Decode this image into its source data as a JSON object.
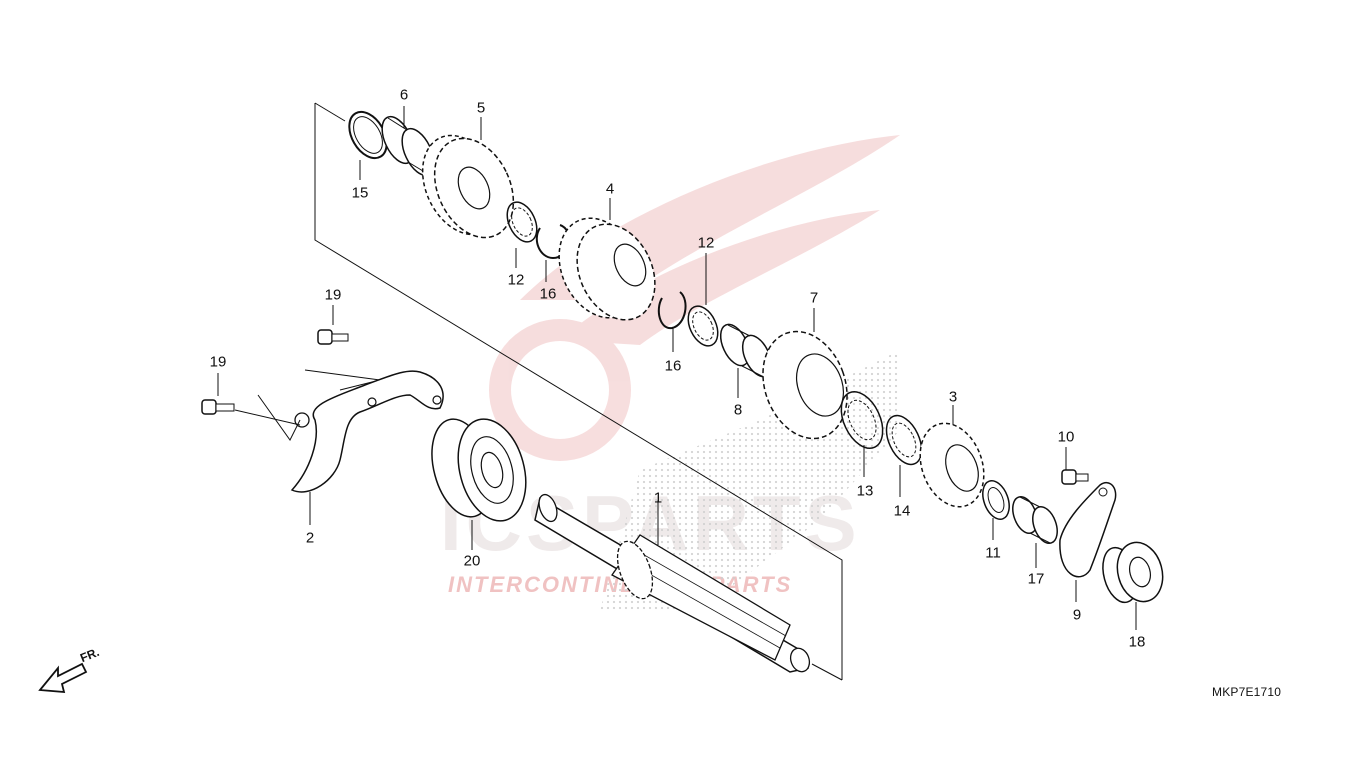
{
  "diagram": {
    "code": "MKP7E1710",
    "front_marker": "FR.",
    "watermark": {
      "brand": "ICSPARTS",
      "tagline": "INTERCONTINENTAL PARTS"
    },
    "colors": {
      "line": "#111111",
      "watermark_red": "#e8a0a0",
      "watermark_grey": "#d8d8d8"
    },
    "part_numbers": {
      "p1": "1",
      "p2": "2",
      "p3": "3",
      "p4": "4",
      "p5": "5",
      "p6": "6",
      "p7": "7",
      "p8": "8",
      "p9": "9",
      "p10": "10",
      "p11": "11",
      "p12a": "12",
      "p12b": "12",
      "p13": "13",
      "p14": "14",
      "p15": "15",
      "p16a": "16",
      "p16b": "16",
      "p17": "17",
      "p18": "18",
      "p19a": "19",
      "p19b": "19",
      "p20": "20"
    }
  }
}
